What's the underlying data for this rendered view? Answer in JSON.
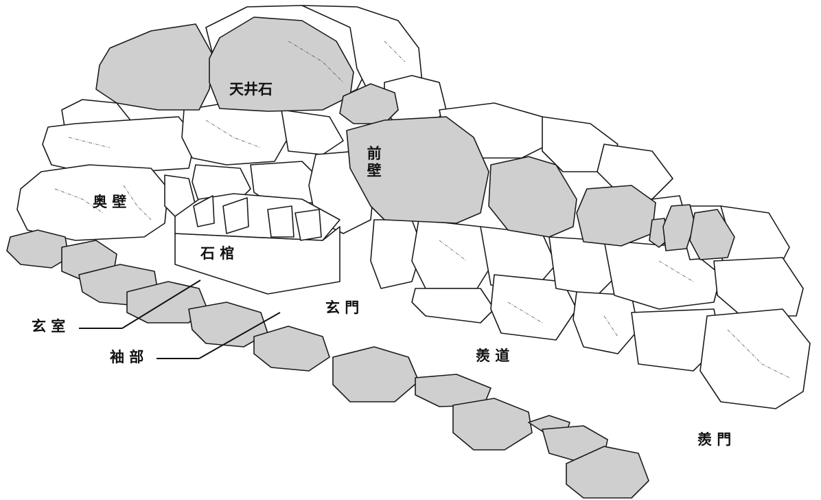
{
  "labels": {
    "ceiling_stone": "天井石",
    "front_wall": "前壁",
    "back_wall": "奥 壁",
    "sarcophagus": "石 棺",
    "inner_gate": "玄 門",
    "burial_chamber": "玄 室",
    "sleeve": "袖 部",
    "passage": "羨 道",
    "entrance": "羨 門"
  },
  "colors": {
    "stone_fill": "#cfcfcf",
    "stone_outline": "#1a1a1a",
    "background": "#ffffff"
  }
}
